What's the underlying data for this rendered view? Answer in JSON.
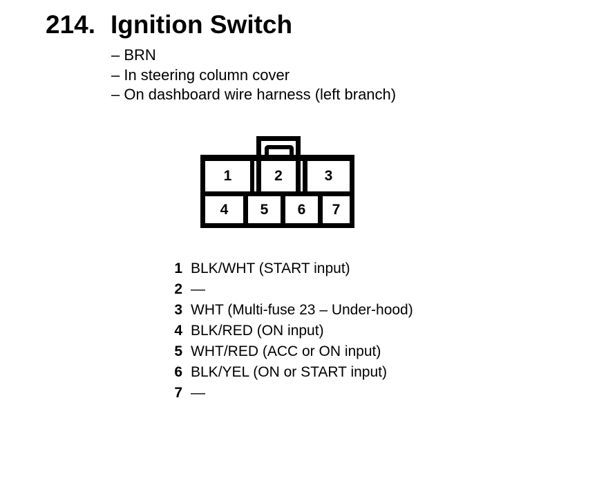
{
  "header": {
    "number": "214.",
    "title": "Ignition Switch"
  },
  "notes": [
    "– BRN",
    "– In steering column cover",
    "– On dashboard wire harness (left branch)"
  ],
  "connector": {
    "pins": [
      "1",
      "2",
      "3",
      "4",
      "5",
      "6",
      "7"
    ]
  },
  "pin_list": [
    {
      "pin": "1",
      "desc": "BLK/WHT (START input)"
    },
    {
      "pin": "2",
      "desc": "—"
    },
    {
      "pin": "3",
      "desc": "WHT (Multi-fuse 23 – Under-hood)"
    },
    {
      "pin": "4",
      "desc": "BLK/RED (ON input)"
    },
    {
      "pin": "5",
      "desc": "WHT/RED (ACC or ON input)"
    },
    {
      "pin": "6",
      "desc": "BLK/YEL (ON or START input)"
    },
    {
      "pin": "7",
      "desc": "—"
    }
  ],
  "colors": {
    "ink": "#000000",
    "background": "#ffffff"
  }
}
